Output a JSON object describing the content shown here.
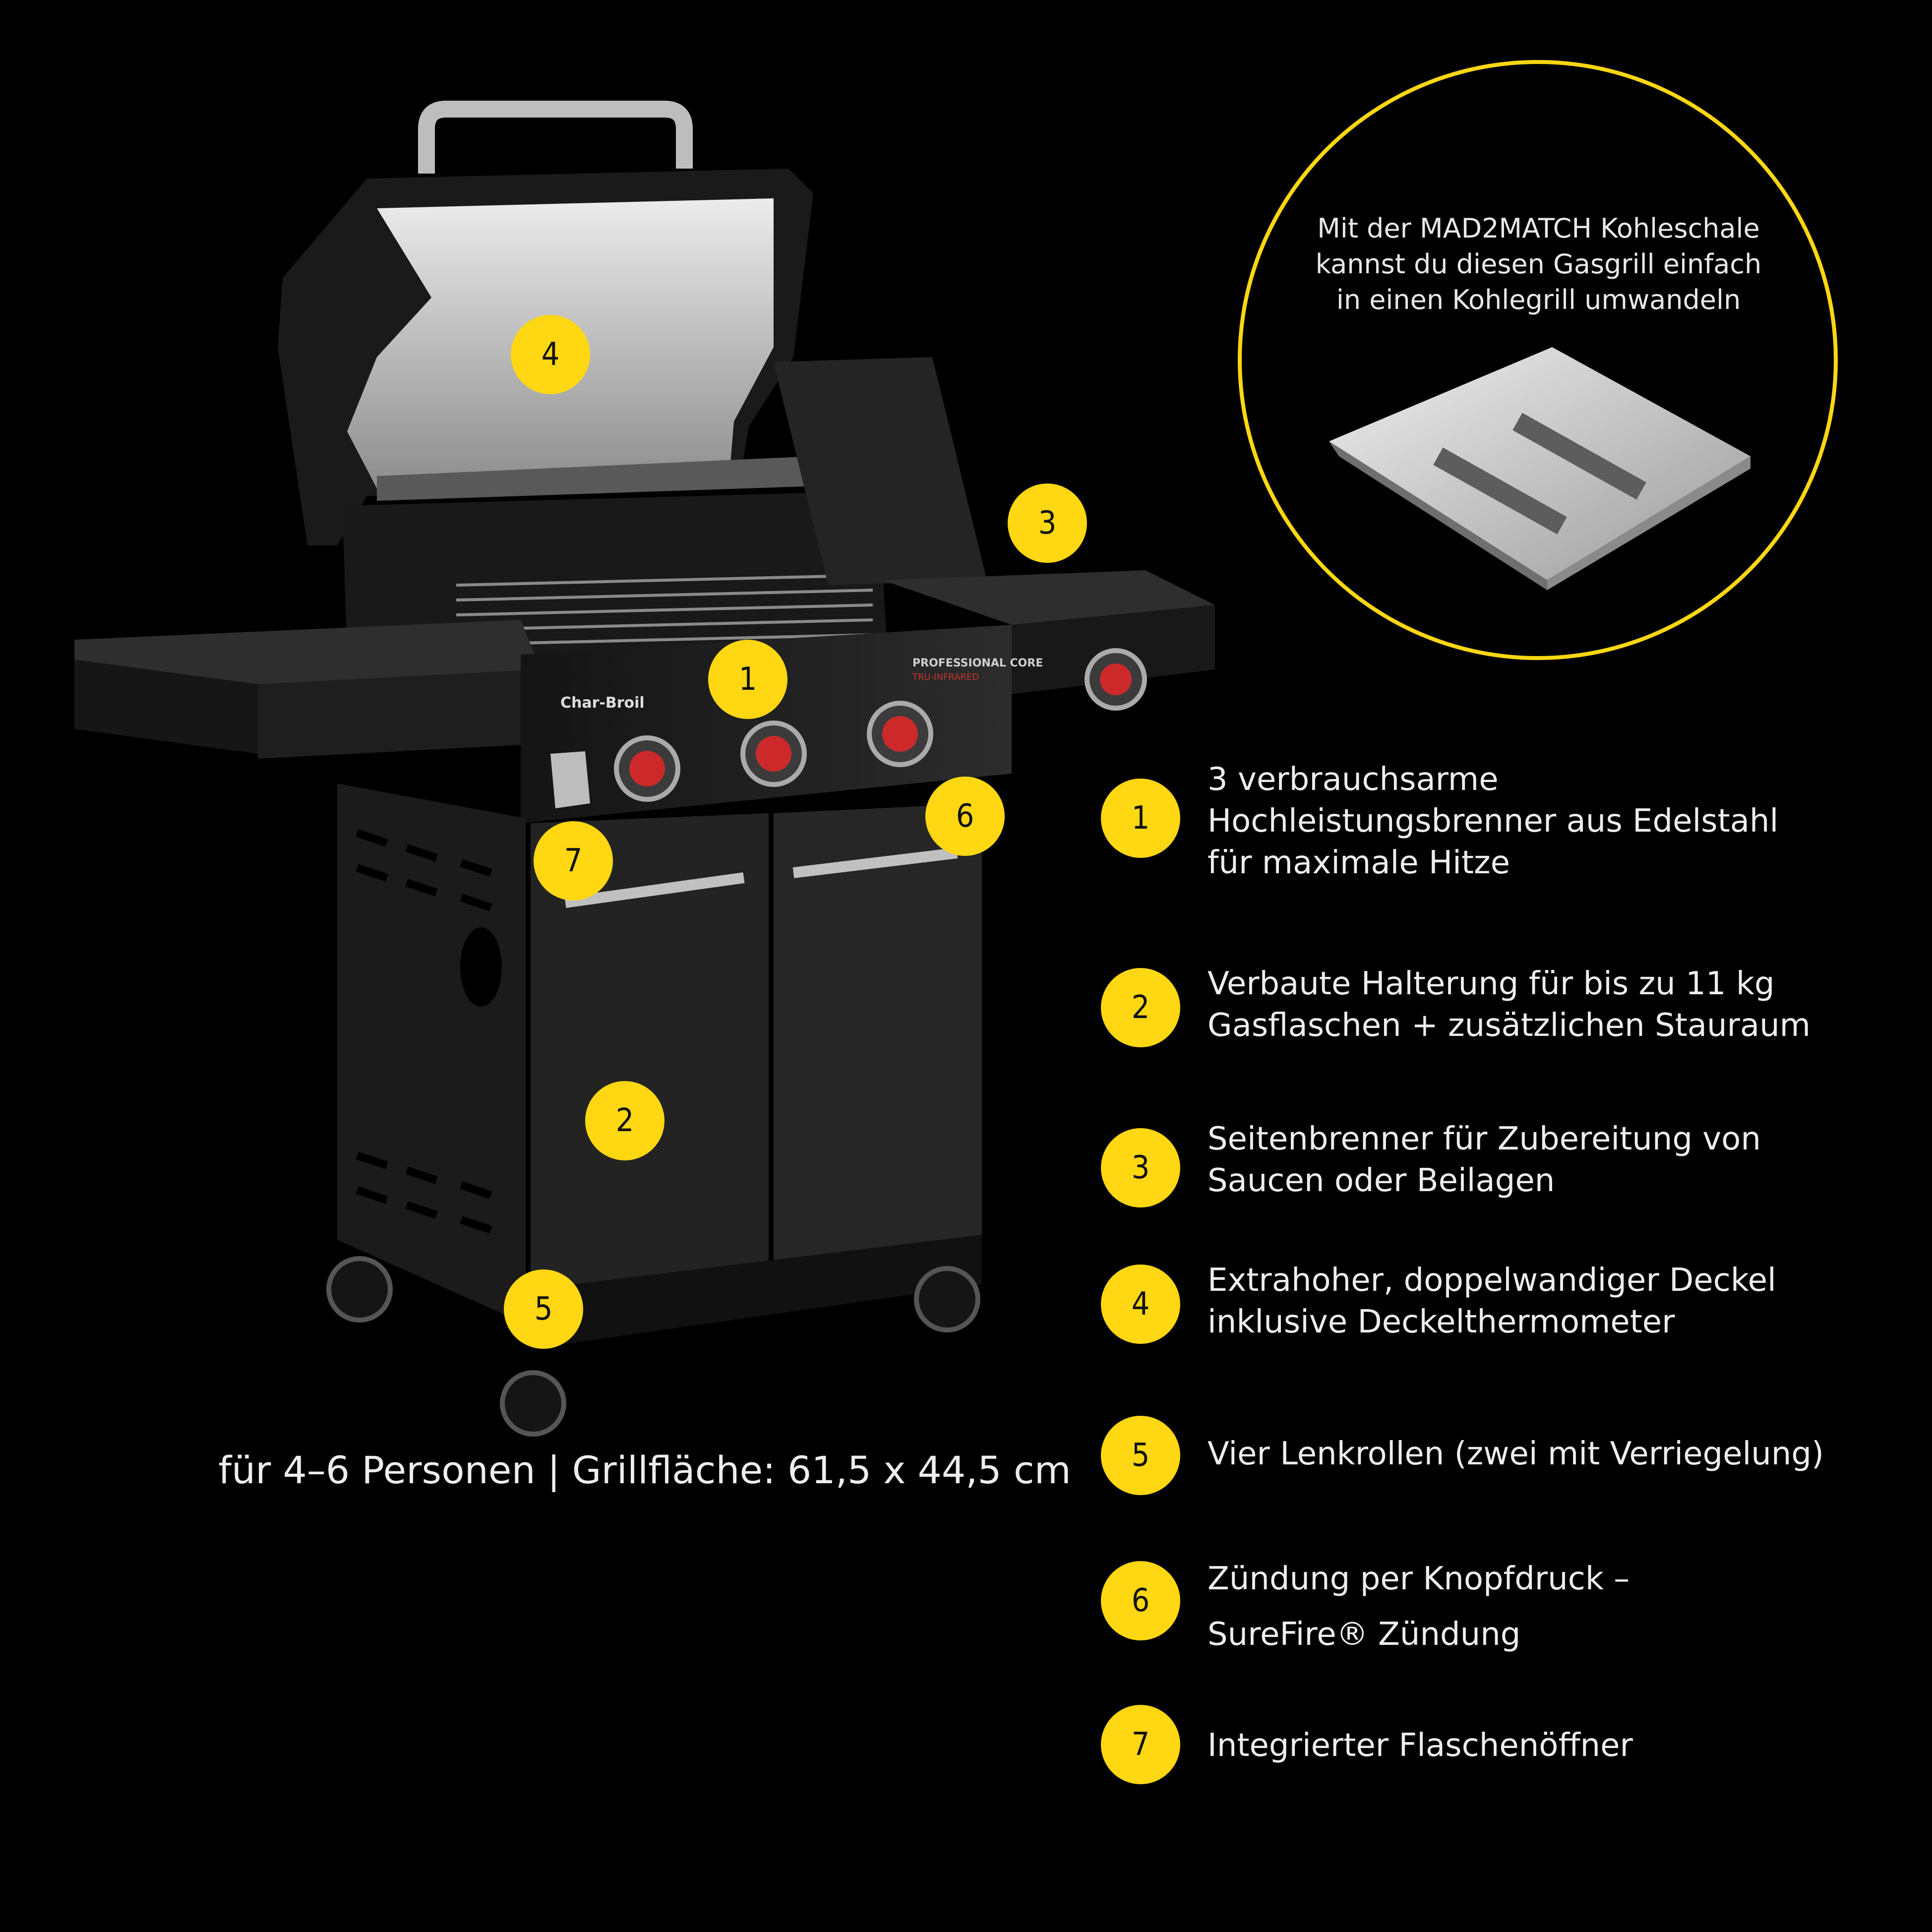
{
  "colors": {
    "background": "#000000",
    "accent_yellow": "#ffd713",
    "text": "#ededed",
    "grill_body": "#1c1c1c",
    "steel": "#c8c8c8"
  },
  "brand": {
    "logo": "Char-Broil",
    "series": "PROFESSIONAL CORE",
    "subseries": "TRU-INFRARED"
  },
  "product_badges": [
    {
      "number": "4"
    },
    {
      "number": "3"
    },
    {
      "number": "1"
    },
    {
      "number": "6"
    },
    {
      "number": "7"
    },
    {
      "number": "2"
    },
    {
      "number": "5"
    }
  ],
  "callout": {
    "text": "Mit der MAD2MATCH Kohleschale\nkannst du diesen Gasgrill einfach\nin einen Kohlegrill umwandeln"
  },
  "caption": "für 4–6 Personen | Grillfläche: 61,5 x 44,5 cm",
  "features": [
    {
      "number": "1",
      "text": "3 verbrauchsarme\nHochleistungsbrenner aus Edelstahl\nfür maximale Hitze"
    },
    {
      "number": "2",
      "text": "Verbaute Halterung für bis zu 11 kg\nGasflaschen + zusätzlichen Stauraum"
    },
    {
      "number": "3",
      "text": "Seitenbrenner für Zubereitung von\nSaucen oder Beilagen"
    },
    {
      "number": "4",
      "text": "Extrahoher, doppelwandiger Deckel\ninklusive Deckelthermometer"
    },
    {
      "number": "5",
      "text": "Vier Lenkrollen (zwei mit Verriegelung)"
    },
    {
      "number": "6",
      "text": "Zündung per Knopfdruck –\nSureFire® Zündung"
    },
    {
      "number": "7",
      "text": "Integrierter Flaschenöffner"
    }
  ]
}
